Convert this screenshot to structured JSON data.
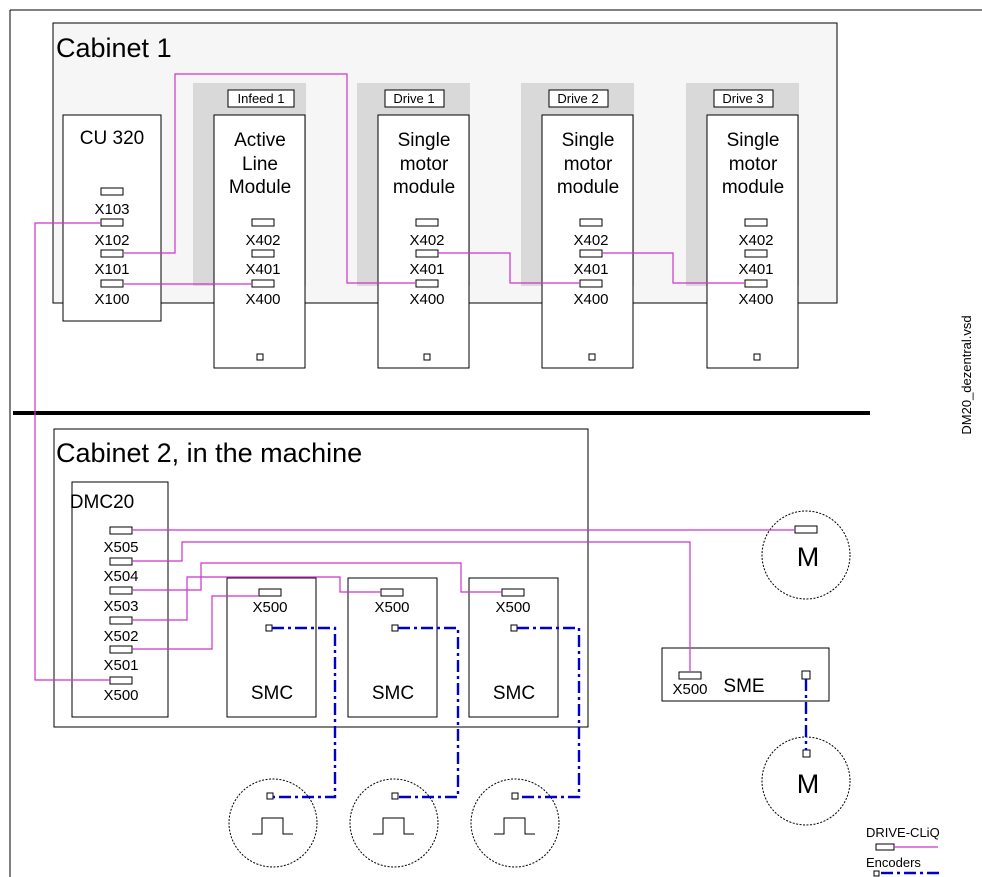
{
  "cabinet1": {
    "title": "Cabinet 1",
    "cu": {
      "name": "CU 320",
      "ports": [
        "X103",
        "X102",
        "X101",
        "X100"
      ]
    },
    "infeed": {
      "tab": "Infeed 1",
      "title_lines": [
        "Active",
        "Line",
        "Module"
      ],
      "ports": [
        "X402",
        "X401",
        "X400"
      ]
    },
    "drives": [
      {
        "tab": "Drive 1",
        "title_lines": [
          "Single",
          "motor",
          "module"
        ],
        "ports": [
          "X402",
          "X401",
          "X400"
        ]
      },
      {
        "tab": "Drive 2",
        "title_lines": [
          "Single",
          "motor",
          "module"
        ],
        "ports": [
          "X402",
          "X401",
          "X400"
        ]
      },
      {
        "tab": "Drive 3",
        "title_lines": [
          "Single",
          "motor",
          "module"
        ],
        "ports": [
          "X402",
          "X401",
          "X400"
        ]
      }
    ]
  },
  "cabinet2": {
    "title": "Cabinet 2, in the machine",
    "dmc": {
      "name": "DMC20",
      "ports": [
        "X505",
        "X504",
        "X503",
        "X502",
        "X501",
        "X500"
      ]
    },
    "smc_modules": [
      {
        "name": "SMC",
        "port": "X500"
      },
      {
        "name": "SMC",
        "port": "X500"
      },
      {
        "name": "SMC",
        "port": "X500"
      }
    ]
  },
  "sme": {
    "name": "SME",
    "port": "X500"
  },
  "motors": [
    {
      "label": "M"
    },
    {
      "label": "M"
    }
  ],
  "side_label": "DM20_dezentral.vsd",
  "legend": {
    "drive_cliq": "DRIVE-CLiQ",
    "encoders": "Encoders"
  },
  "colors": {
    "drive_cliq": "#cc33cc",
    "encoders": "#0000cc",
    "module_background": "#d9d9d9"
  }
}
